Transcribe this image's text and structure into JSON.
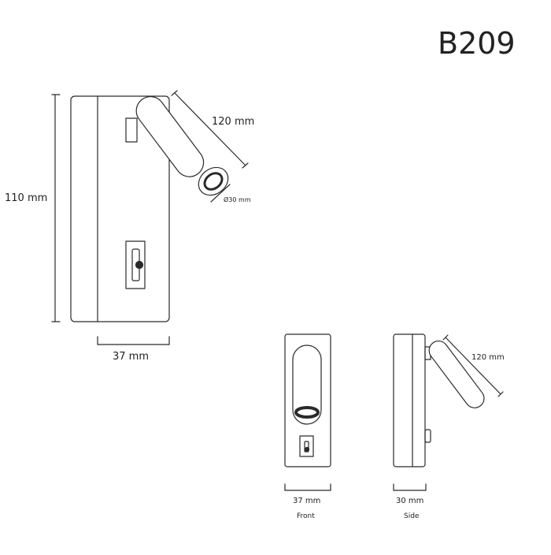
{
  "model": "B209",
  "main_view": {
    "height_label": "110 mm",
    "width_label": "37 mm",
    "length_label": "120 mm",
    "diameter_label": "Ø30 mm"
  },
  "front_view": {
    "width_label": "37 mm",
    "caption": "Front"
  },
  "side_view": {
    "length_label": "120 mm",
    "depth_label": "30 mm",
    "caption": "Side"
  },
  "colors": {
    "line": "#2a2a2a",
    "text": "#222222",
    "background": "#ffffff"
  }
}
